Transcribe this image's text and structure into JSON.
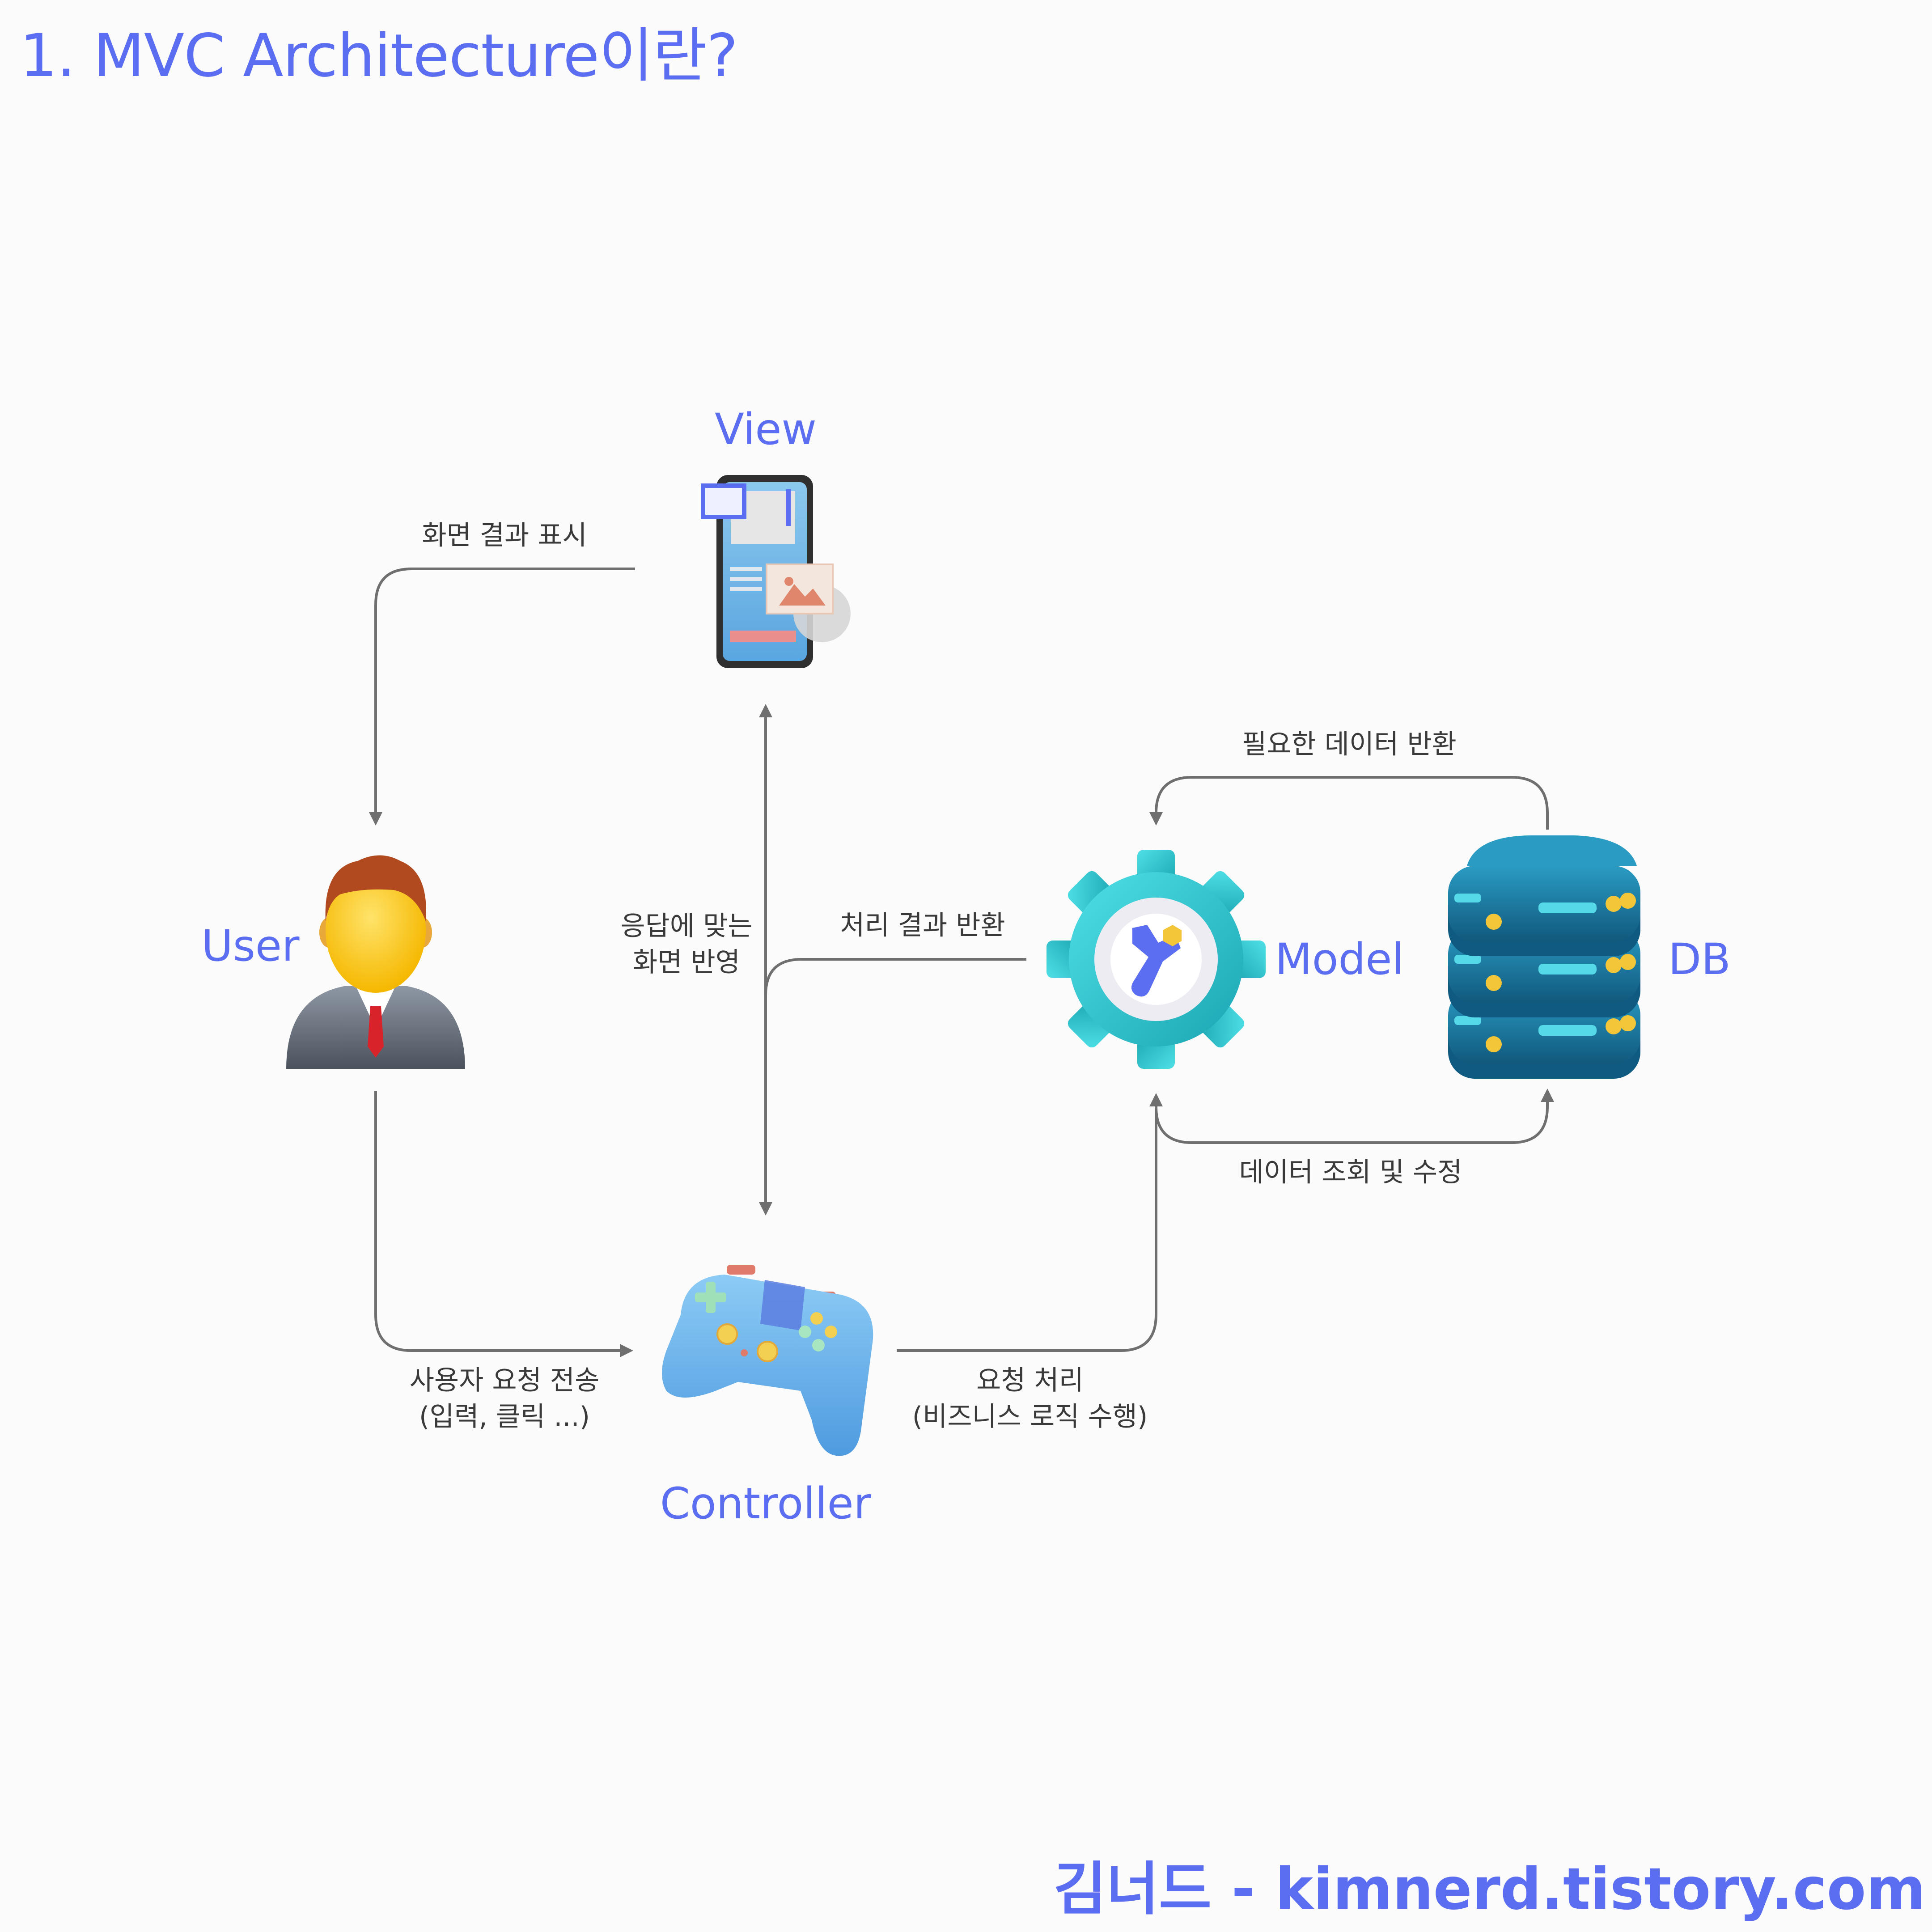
{
  "title": "1. MVC Architecture이란?",
  "footer": "김너드 - kimnerd.tistory.com",
  "nodes": {
    "view": "View",
    "user": "User",
    "controller": "Controller",
    "model": "Model",
    "db": "DB"
  },
  "edges": {
    "view_to_user": "화면 결과 표시",
    "user_to_controller_1": "사용자 요청 전송",
    "user_to_controller_2": "(입력, 클릭 ...)",
    "controller_view_1": "응답에 맞는",
    "controller_view_2": "화면 반영",
    "model_to_controller": "처리 결과 반환",
    "controller_to_model_1": "요청 처리",
    "controller_to_model_2": "(비즈니스 로직 수행)",
    "db_to_model": "필요한 데이터 반환",
    "model_to_db": "데이터 조회 및 수정"
  },
  "colors": {
    "accent": "#5b6df0",
    "arrow": "#6f6f6f",
    "gear": "#2fc4cc",
    "server": "#1a7fa6",
    "gamepad": "#6fb2ea"
  }
}
